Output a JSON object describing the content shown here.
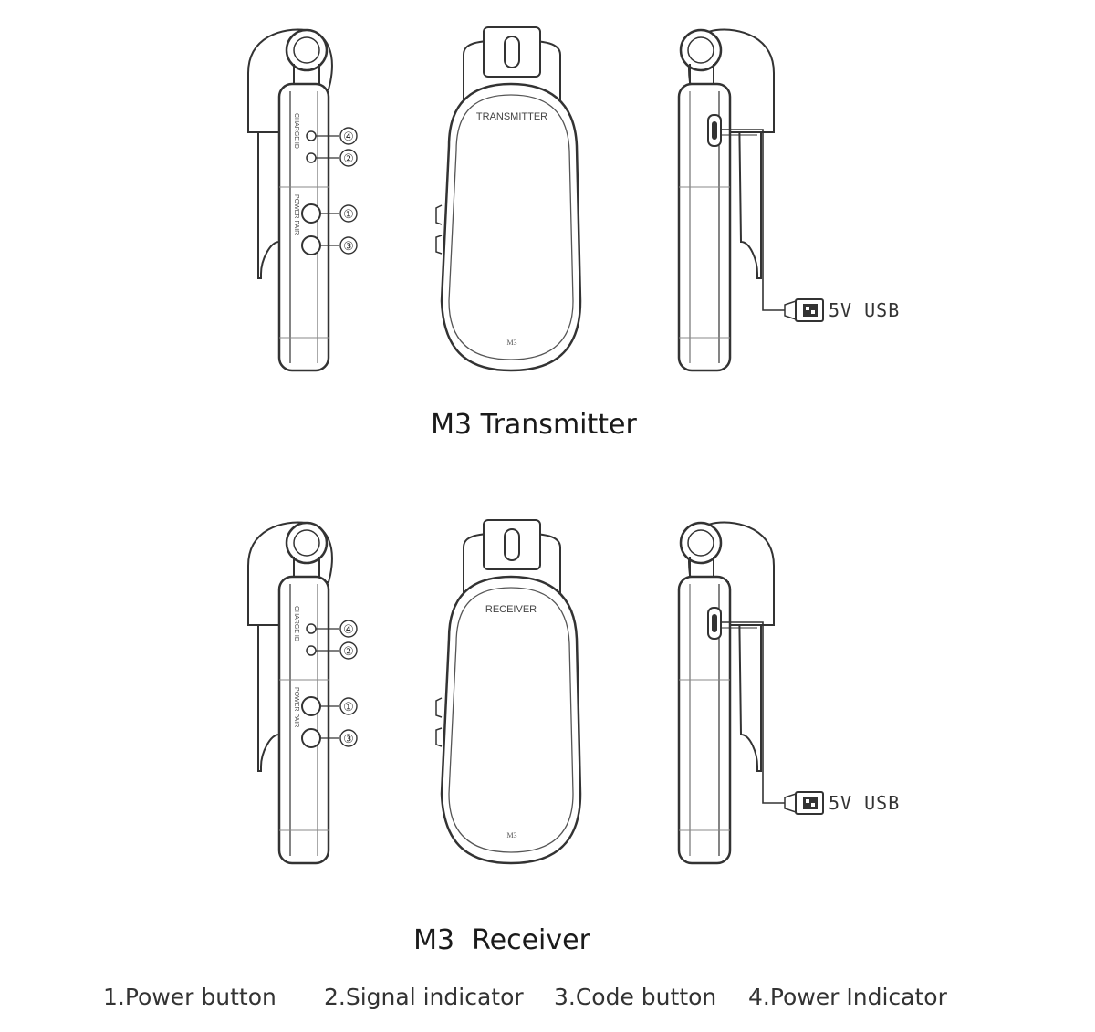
{
  "transmitter": {
    "face_label": "TRANSMITTER",
    "model_mark": "M3",
    "caption": "M3 Transmitter",
    "side_left": "CHARGE ID",
    "side_right": "POWER PAIR",
    "usb_label": "5V  USB"
  },
  "receiver": {
    "face_label": "RECEIVER",
    "model_mark": "M3",
    "caption": "M3  Receiver",
    "side_left": "CHARGE ID",
    "side_right": "POWER PAIR",
    "usb_label": "5V  USB"
  },
  "callouts": [
    "④",
    "②",
    "①",
    "③"
  ],
  "legend": [
    "1.Power button",
    "2.Signal indicator",
    "3.Code button",
    "4.Power Indicator"
  ]
}
